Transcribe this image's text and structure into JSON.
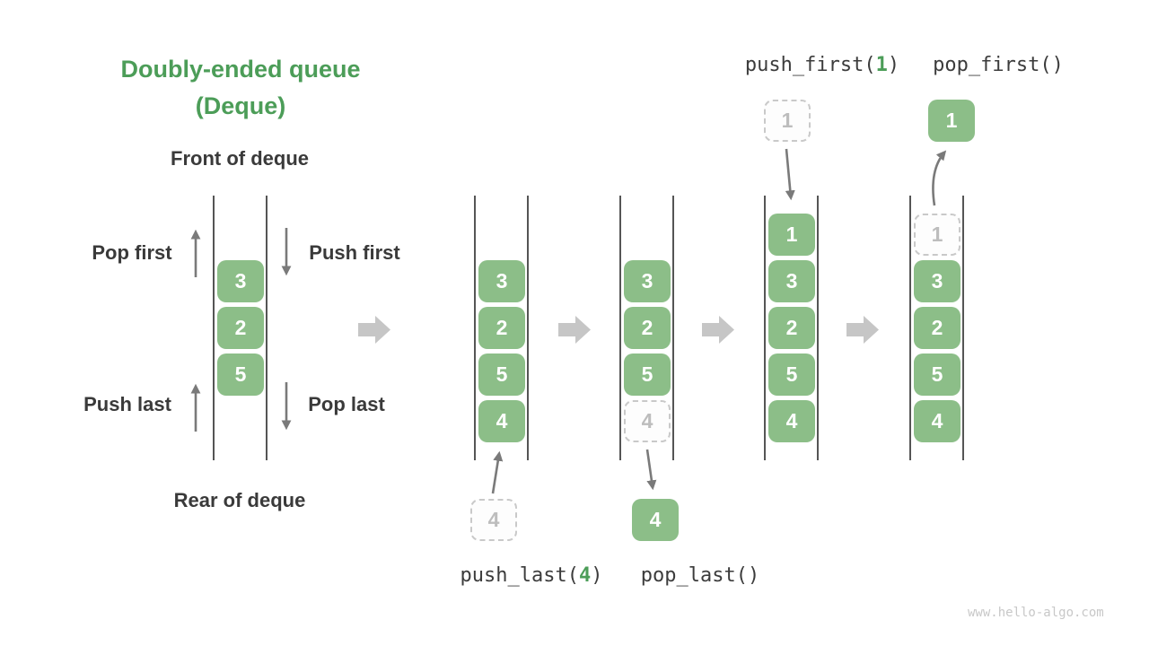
{
  "title": {
    "line1": "Doubly-ended queue",
    "line2": "(Deque)"
  },
  "deque_labels": {
    "front": "Front of deque",
    "rear": "Rear of deque",
    "pop_first": "Pop first",
    "push_first": "Push first",
    "push_last": "Push last",
    "pop_last": "Pop last"
  },
  "queues": {
    "q1": {
      "cells": [
        "3",
        "2",
        "5"
      ]
    },
    "q2": {
      "cells": [
        "3",
        "2",
        "5",
        "4"
      ]
    },
    "q3": {
      "cells": [
        "3",
        "2",
        "5"
      ],
      "ghost_cell": "4"
    },
    "q4": {
      "cells": [
        "1",
        "3",
        "2",
        "5",
        "4"
      ]
    },
    "q5": {
      "ghost_cell": "1",
      "cells": [
        "3",
        "2",
        "5",
        "4"
      ]
    }
  },
  "floating": {
    "push_last_in": "4",
    "pop_last_out": "4",
    "push_first_in": "1",
    "pop_first_out": "1"
  },
  "code_labels": {
    "push_last": {
      "prefix": "push_last(",
      "arg": "4",
      "suffix": ")"
    },
    "pop_last": {
      "text": "pop_last()"
    },
    "push_first": {
      "prefix": "push_first(",
      "arg": "1",
      "suffix": ")"
    },
    "pop_first": {
      "text": "pop_first()"
    }
  },
  "colors": {
    "accent_green": "#4c9d58",
    "box_green": "#8cbe88",
    "box_text": "#ffffff",
    "ghost_border": "#c9c9c9",
    "ghost_text": "#bdbdbd",
    "wall_line": "#555555",
    "thin_arrow": "#7a7a7a",
    "block_arrow": "#c6c6c6",
    "label_text": "#3a3a3a",
    "watermark": "#c8c8c8"
  },
  "watermark": "www.hello-algo.com"
}
